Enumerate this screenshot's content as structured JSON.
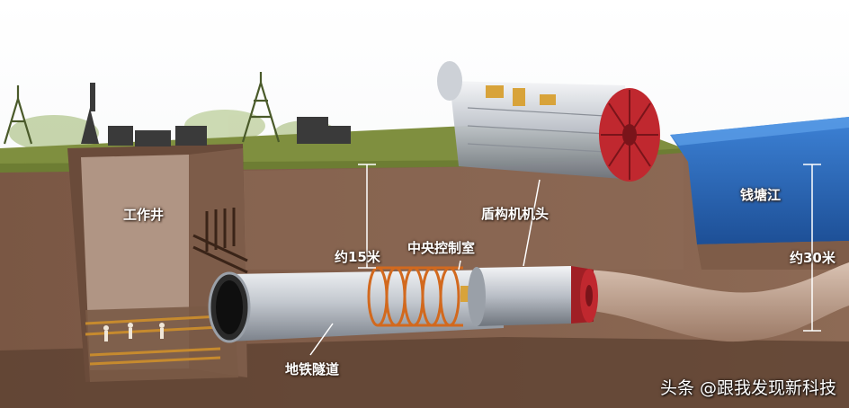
{
  "labels": {
    "work_shaft": "工作井",
    "depth_15": "约15米",
    "control_room": "中央控制室",
    "shield_head": "盾构机机头",
    "river": "钱塘江",
    "depth_30": "约30米",
    "metro_tunnel": "地铁隧道"
  },
  "watermark": "头条 @跟我发现新科技",
  "colors": {
    "soil": "#8a6650",
    "soil_dark": "#5e4232",
    "grass": "#7a8c3c",
    "water": "#2f6fc0",
    "tunnel": "#c9cdd4",
    "shield_red": "#c0282f",
    "ring_orange": "#d2691e"
  }
}
